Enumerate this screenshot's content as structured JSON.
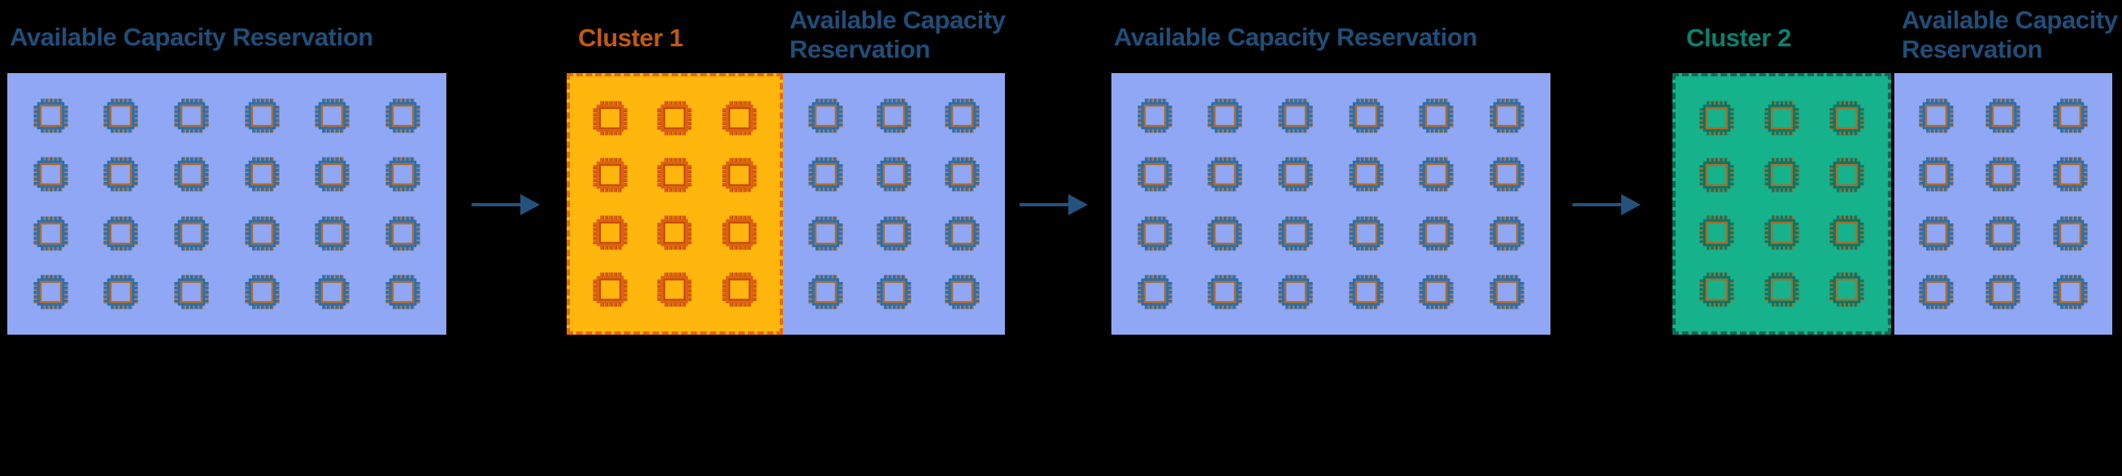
{
  "diagram": {
    "background": "#000000",
    "description": "Capacity reservation diagram: reservations are carved into Cluster 1 and Cluster 2"
  },
  "palettes": {
    "blue": {
      "bg": "#90A7F5",
      "chip_outer": "#2C70AE",
      "chip_inner": "#B26B26",
      "title_color": "#1F4E78",
      "border": "none"
    },
    "gold": {
      "bg": "#FFB60D",
      "chip_outer": "#DC6210",
      "chip_inner": "#C44E07",
      "title_color": "#C05A11",
      "border": "#E8690B"
    },
    "green": {
      "bg": "#15B28C",
      "chip_outer": "#0C7663",
      "chip_inner": "#AD6A25",
      "title_color": "#0B8170",
      "border": "#0D6B57"
    }
  },
  "arrow": {
    "color": "#24527D",
    "glyph": "right-arrow"
  },
  "icon_legend": {
    "chip": "cpu-chip-icon",
    "meaning": "one reserved instance slot"
  },
  "complexes": [
    {
      "name": "initial-reservation",
      "panels": [
        {
          "title": "Available Capacity Reservation",
          "palette": "blue",
          "cols": 6,
          "rows": 4,
          "instances": 24
        }
      ]
    },
    {
      "name": "cluster1-carved-out",
      "panels": [
        {
          "title": "Cluster 1",
          "palette": "gold",
          "cols": 3,
          "rows": 4,
          "instances": 12
        },
        {
          "title": "Available Capacity Reservation",
          "palette": "blue",
          "cols": 3,
          "rows": 4,
          "instances": 12
        }
      ]
    },
    {
      "name": "reservation-again",
      "panels": [
        {
          "title": "Available Capacity Reservation",
          "palette": "blue",
          "cols": 6,
          "rows": 4,
          "instances": 24
        }
      ]
    },
    {
      "name": "cluster2-carved-out",
      "panels": [
        {
          "title": "Cluster 2",
          "palette": "green",
          "cols": 3,
          "rows": 4,
          "instances": 12
        },
        {
          "title": "Available Capacity Reservation",
          "palette": "blue",
          "cols": 3,
          "rows": 4,
          "instances": 12
        }
      ]
    }
  ]
}
